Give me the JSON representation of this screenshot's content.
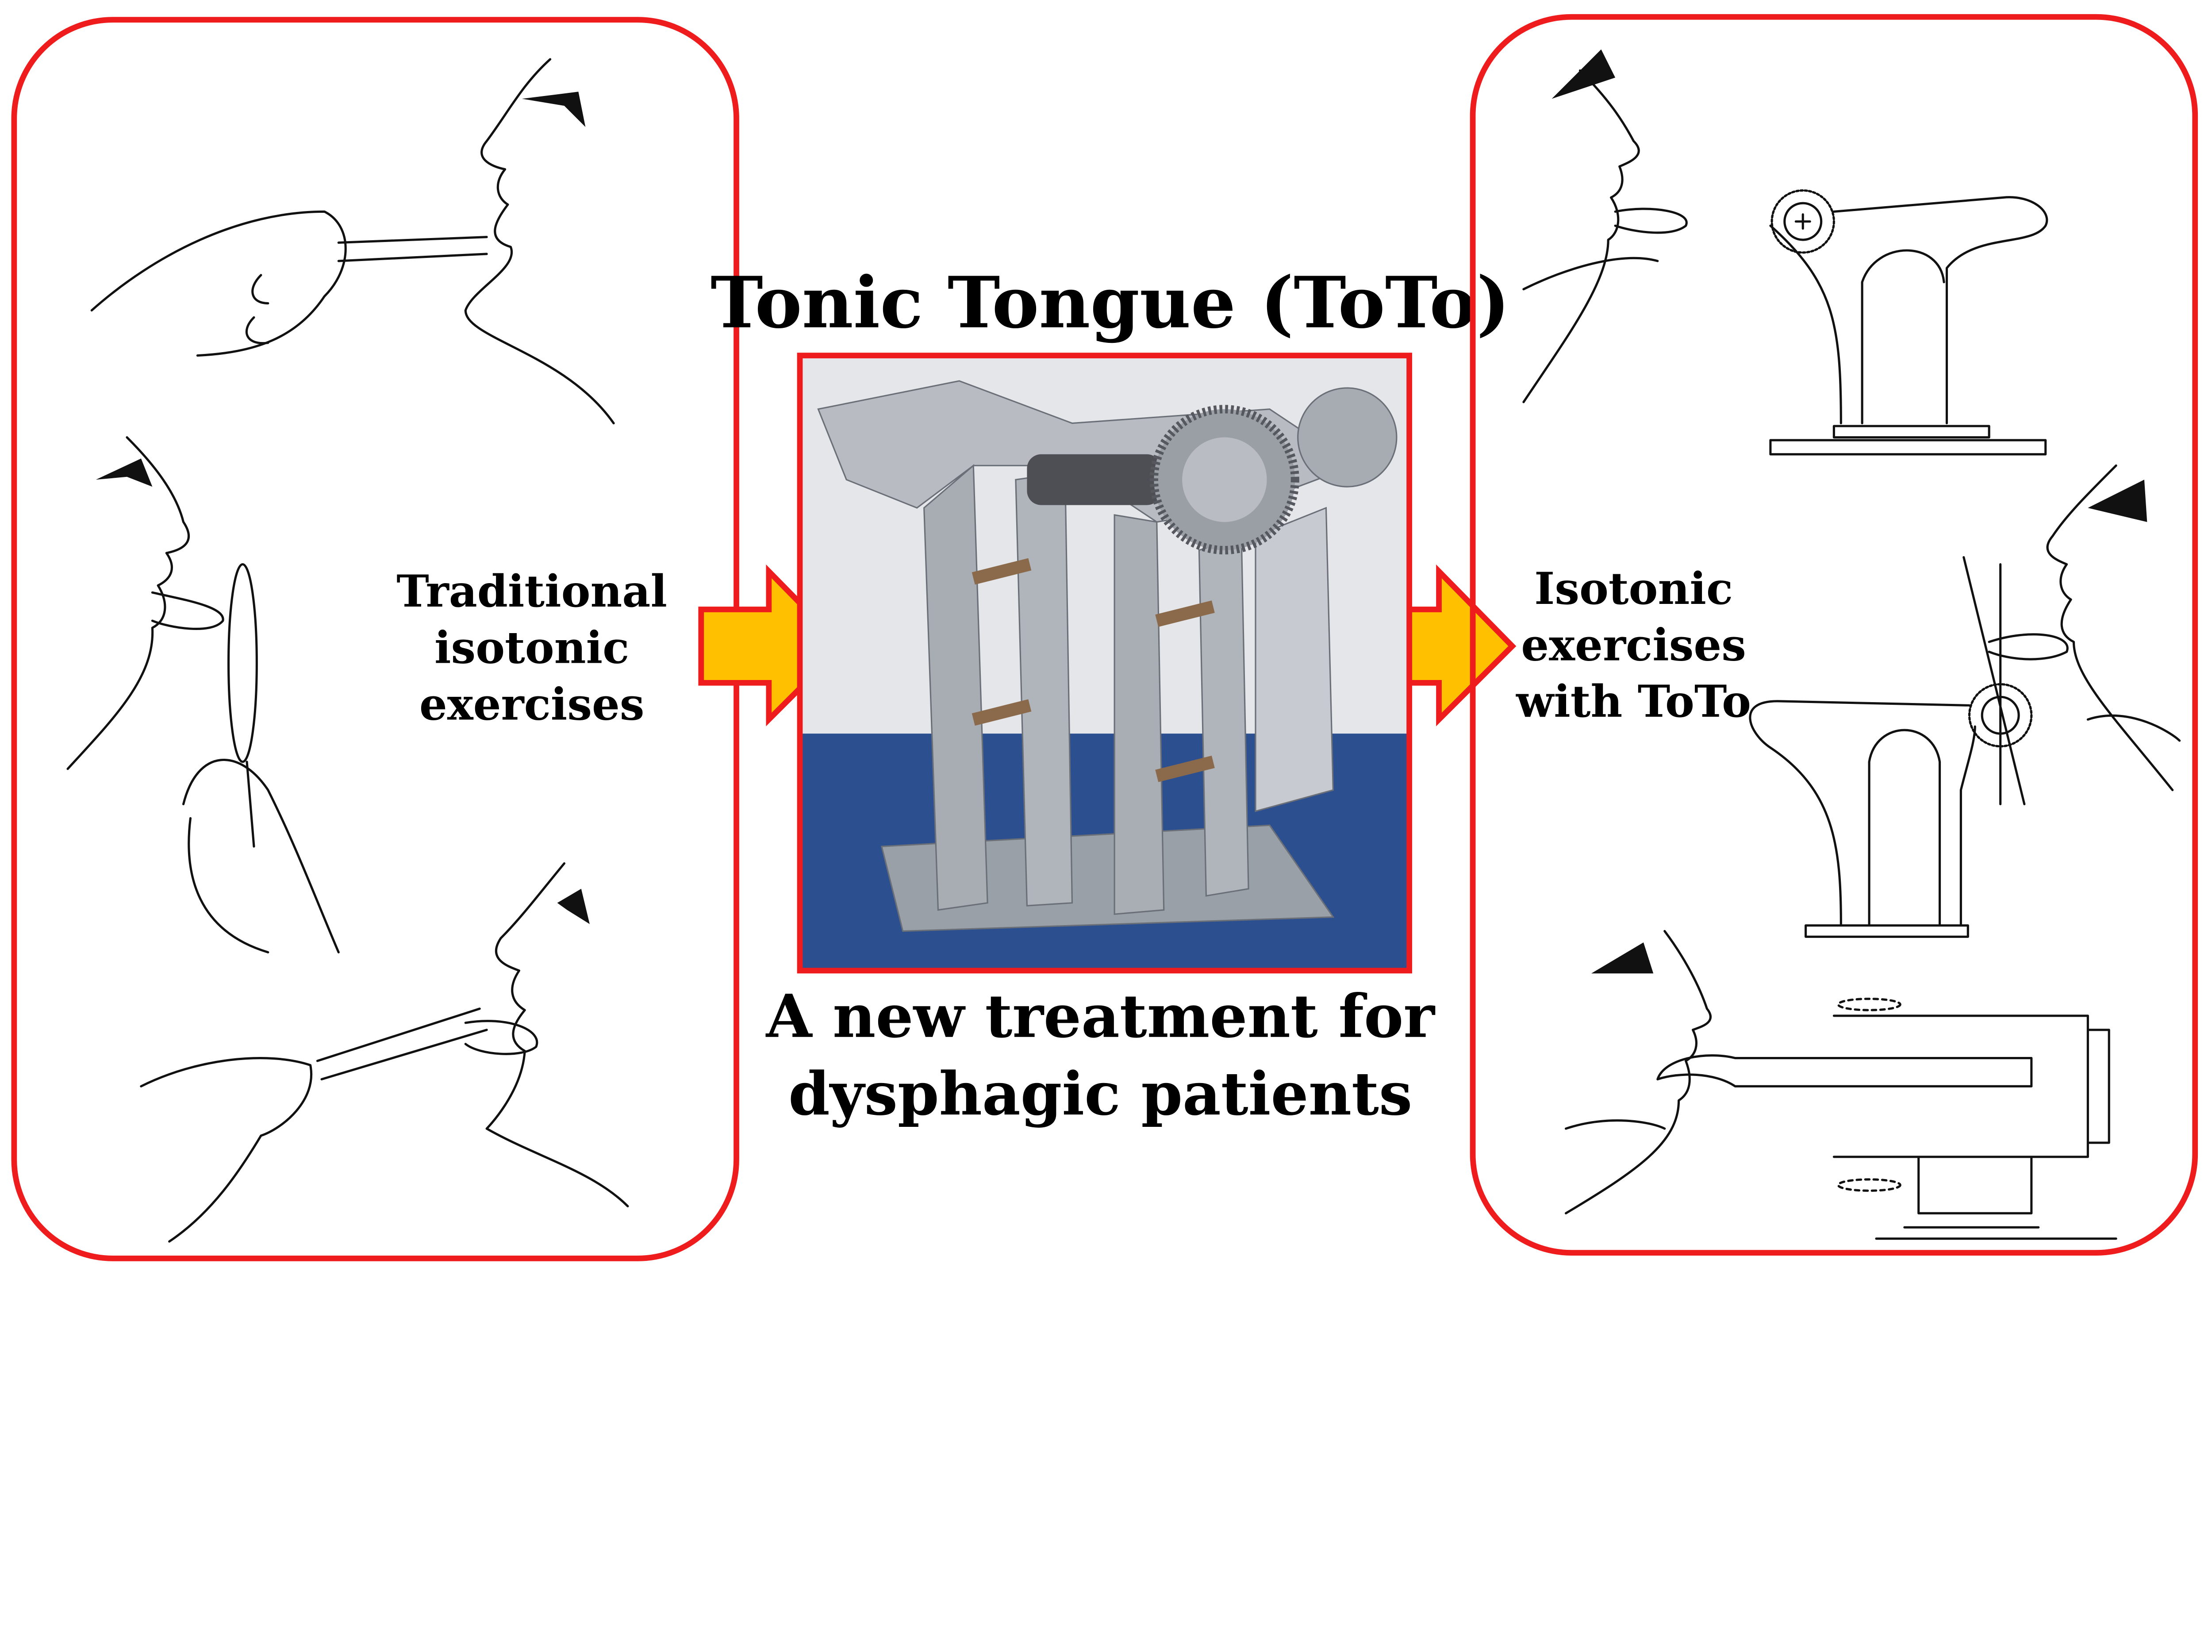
{
  "title": "Tonic Tongue (ToTo)",
  "subtitle_lines": [
    "A new treatment for",
    "dysphagic patients"
  ],
  "left_panel": {
    "label_lines": [
      "Traditional",
      "isotonic",
      "exercises"
    ]
  },
  "right_panel": {
    "label_lines": [
      "Isotonic",
      "exercises",
      "with ToTo"
    ]
  },
  "colors": {
    "frame": "#ee1c1c",
    "arrow_fill": "#ffc000",
    "arrow_stroke": "#ee1c1c",
    "photo_bg": "#2c4f8f"
  },
  "icons": [
    "arrow-right-icon",
    "arrow-right-icon"
  ]
}
